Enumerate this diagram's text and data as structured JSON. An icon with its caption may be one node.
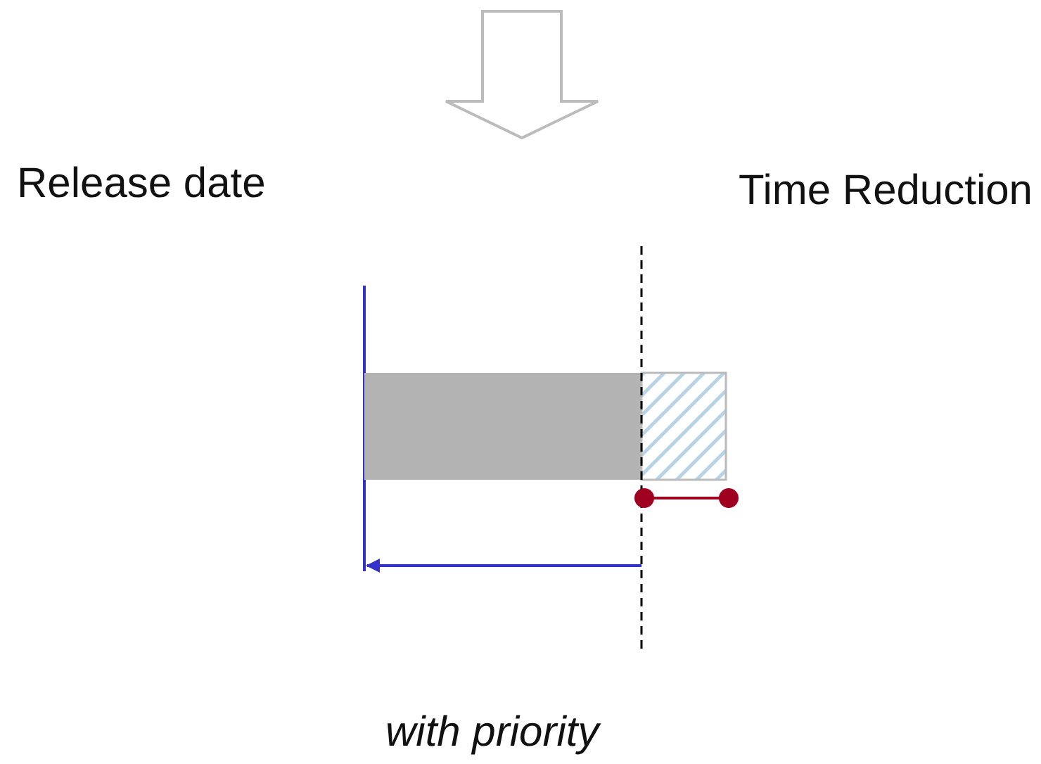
{
  "diagram": {
    "labels": [
      "Release date",
      "Time Reduction",
      "with priority"
    ]
  }
}
